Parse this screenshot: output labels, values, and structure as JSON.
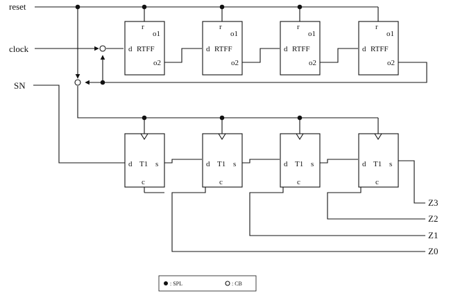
{
  "signals": {
    "reset": "reset",
    "clock": "clock",
    "sn": "SN",
    "outputs": [
      "Z3",
      "Z2",
      "Z1",
      "Z0"
    ]
  },
  "rtff": {
    "reset_pin": "r",
    "out1_pin": "o1",
    "name": "RTFF",
    "data_pin": "d",
    "out2_pin": "o2",
    "count": 4
  },
  "t1": {
    "data_pin": "d",
    "name": "T1",
    "sum_pin": "s",
    "carry_pin": "c",
    "count": 4
  },
  "legend": {
    "spl": ": SPL",
    "cb": ": CB"
  }
}
